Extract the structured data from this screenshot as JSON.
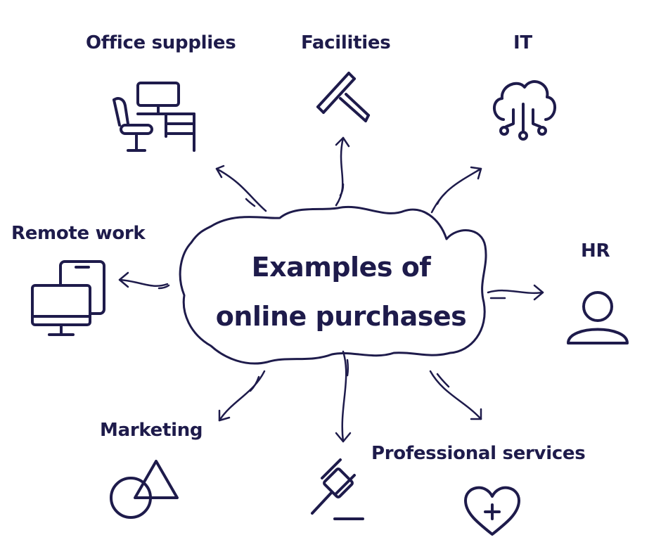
{
  "diagram": {
    "center": {
      "line1": "Examples of",
      "line2": "online purchases"
    },
    "categories": [
      {
        "key": "office",
        "label": "Office supplies",
        "icon": "office-desk-icon"
      },
      {
        "key": "facilities",
        "label": "Facilities",
        "icon": "squeegee-icon"
      },
      {
        "key": "it",
        "label": "IT",
        "icon": "cloud-network-icon"
      },
      {
        "key": "remote",
        "label": "Remote work",
        "icon": "devices-icon"
      },
      {
        "key": "hr",
        "label": "HR",
        "icon": "person-icon"
      },
      {
        "key": "marketing",
        "label": "Marketing",
        "icon": "shapes-icon"
      },
      {
        "key": "legal",
        "label": "",
        "icon": "gavel-icon"
      },
      {
        "key": "professional",
        "label": "Professional services",
        "icon": "heart-plus-icon"
      }
    ]
  },
  "colors": {
    "ink": "#1e1b4b",
    "background": "#ffffff"
  }
}
